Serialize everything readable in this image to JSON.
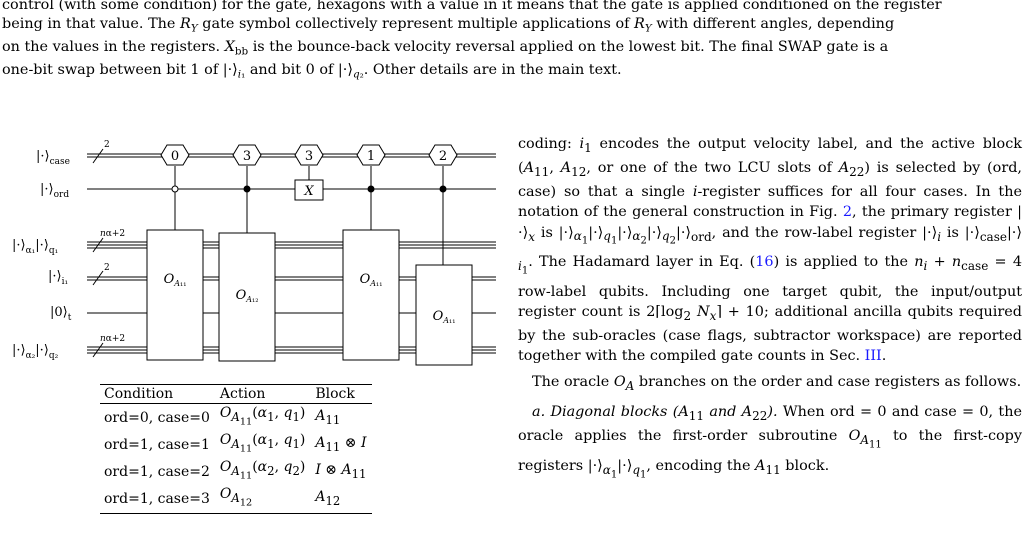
{
  "caption": {
    "line1": "control (with some condition) for the gate, hexagons with a value in it means that the gate is applied conditioned on the register",
    "line2": "being in that value. The R_Y gate symbol collectively represent multiple applications of R_Y with different angles, depending",
    "line3": "on the values in the registers. X_bb is the bounce-back velocity reversal applied on the lowest bit. The final SWAP gate is a",
    "line4": "one-bit swap between bit 1 of |·⟩_i1 and bit 0 of |·⟩_q2. Other details are in the main text."
  },
  "circuit": {
    "wires": [
      {
        "label": "|·⟩",
        "sub": "case",
        "width_mark": "2"
      },
      {
        "label": "|·⟩",
        "sub": "ord",
        "width_mark": ""
      },
      {
        "label": "|·⟩α1|·⟩q1",
        "sub": "",
        "width_mark": "nα+2"
      },
      {
        "label": "|·⟩",
        "sub": "i1",
        "width_mark": "2"
      },
      {
        "label": "|0⟩",
        "sub": "t",
        "width_mark": ""
      },
      {
        "label": "|·⟩α2|·⟩q2",
        "sub": "",
        "width_mark": "nα+2"
      }
    ],
    "hex_values": [
      "0",
      "3",
      "3",
      "1",
      "2"
    ],
    "x_gate": "X",
    "oracles": [
      {
        "name": "O",
        "sub": "A11"
      },
      {
        "name": "O",
        "sub": "A12"
      },
      {
        "name": "O",
        "sub": "A11"
      },
      {
        "name": "O",
        "sub": "A11"
      }
    ]
  },
  "table": {
    "headers": [
      "Condition",
      "Action",
      "Block"
    ],
    "rows": [
      [
        "ord=0, case=0",
        "O_A11(α1, q1)",
        "A11"
      ],
      [
        "ord=1, case=1",
        "O_A11(α1, q1)",
        "A11 ⊗ I"
      ],
      [
        "ord=1, case=2",
        "O_A11(α2, q2)",
        "I ⊗ A11"
      ],
      [
        "ord=1, case=3",
        "O_A12",
        "A12"
      ]
    ]
  },
  "right_text": {
    "p1": "coding: i1 encodes the output velocity label, and the active block (A11, A12, or one of the two LCU slots of A22) is selected by (ord, case) so that a single i-register suffices for all four cases. In the notation of the general construction in Fig. 2, the primary register |·⟩x is |·⟩α1|·⟩q1|·⟩α2|·⟩q2|·⟩ord, and the row-label register |·⟩i is |·⟩case|·⟩i1. The Hadamard layer in Eq. (16) is applied to the ni + ncase = 4 row-label qubits. Including one target qubit, the input/output register count is 2⌈log2 Nx⌉ + 10; additional ancilla qubits required by the sub-oracles (case flags, subtractor workspace) are reported together with the compiled gate counts in Sec. III.",
    "p2": "The oracle OA branches on the order and case registers as follows.",
    "p3": "a. Diagonal blocks (A11 and A22). When ord = 0 and case = 0, the oracle applies the first-order subroutine OA11 to the first-copy registers |·⟩α1|·⟩q1, encoding the A11 block."
  }
}
